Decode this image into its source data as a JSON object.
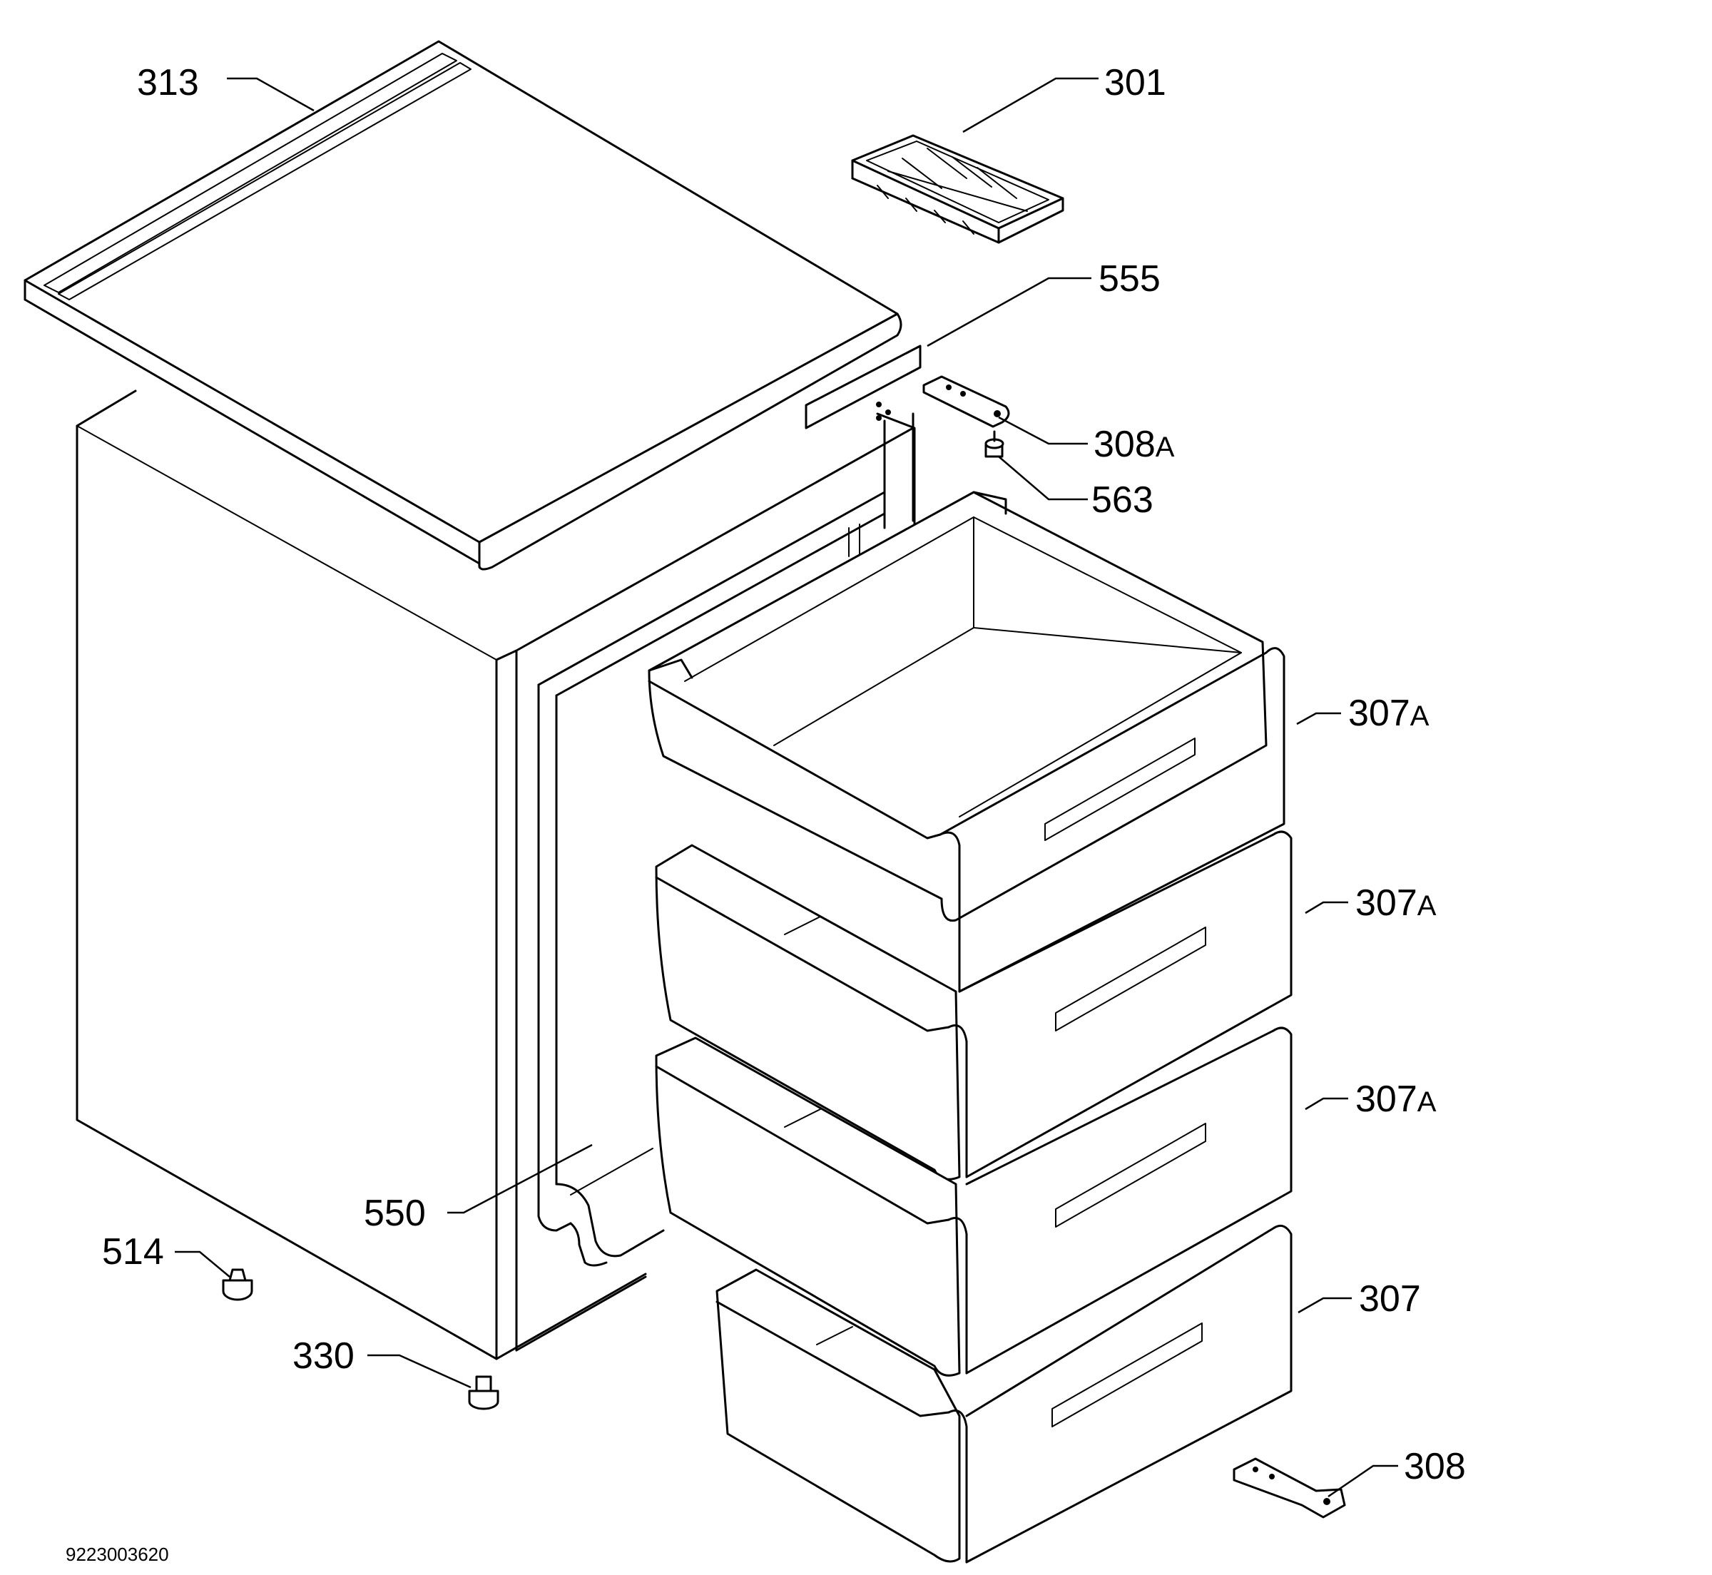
{
  "callouts": [
    {
      "id": "313",
      "number": "313",
      "suffix": ""
    },
    {
      "id": "301",
      "number": "301",
      "suffix": ""
    },
    {
      "id": "555",
      "number": "555",
      "suffix": ""
    },
    {
      "id": "308A",
      "number": "308",
      "suffix": "A"
    },
    {
      "id": "563",
      "number": "563",
      "suffix": ""
    },
    {
      "id": "307A-1",
      "number": "307",
      "suffix": "A"
    },
    {
      "id": "307A-2",
      "number": "307",
      "suffix": "A"
    },
    {
      "id": "307A-3",
      "number": "307",
      "suffix": "A"
    },
    {
      "id": "307",
      "number": "307",
      "suffix": ""
    },
    {
      "id": "550",
      "number": "550",
      "suffix": ""
    },
    {
      "id": "514",
      "number": "514",
      "suffix": ""
    },
    {
      "id": "330",
      "number": "330",
      "suffix": ""
    },
    {
      "id": "308",
      "number": "308",
      "suffix": ""
    }
  ],
  "document_number": "9223003620"
}
